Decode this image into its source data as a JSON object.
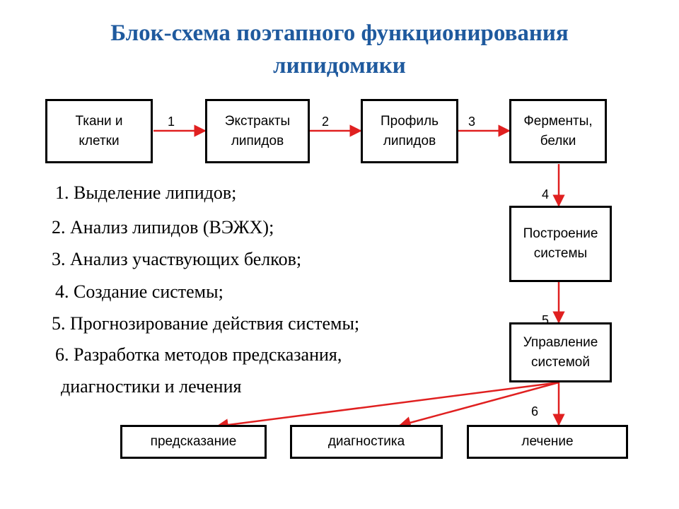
{
  "title": {
    "line1": "Блок-схема поэтапного функционирования",
    "line2": "липидомики"
  },
  "colors": {
    "title": "#1f5a9e",
    "arrow": "#e02020",
    "box_border": "#000000"
  },
  "boxes": {
    "tissues": {
      "line1": "Ткани и",
      "line2": "клетки"
    },
    "extracts": {
      "line1": "Экстракты",
      "line2": "липидов"
    },
    "profile": {
      "line1": "Профиль",
      "line2": "липидов"
    },
    "enzymes": {
      "line1": "Ферменты,",
      "line2": "белки"
    },
    "build": {
      "line1": "Построение",
      "line2": "системы"
    },
    "control": {
      "line1": "Управление",
      "line2": "системой"
    },
    "prediction": {
      "label": "предсказание"
    },
    "diagnostics": {
      "label": "диагностика"
    },
    "treatment": {
      "label": "лечение"
    }
  },
  "arrow_labels": [
    "1",
    "2",
    "3",
    "4",
    "5",
    "6"
  ],
  "steps": [
    "1. Выделение липидов;",
    "2. Анализ липидов (ВЭЖХ);",
    "3. Анализ участвующих белков;",
    "4. Создание системы;",
    "5. Прогнозирование действия системы;",
    "6. Разработка методов предсказания,",
    "диагностики и лечения"
  ]
}
